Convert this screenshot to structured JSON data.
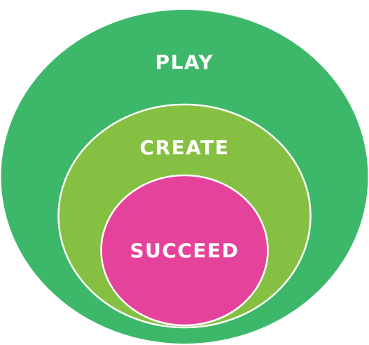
{
  "diagram": {
    "rings": [
      {
        "label": "PLAY",
        "color": "#3db86a"
      },
      {
        "label": "CREATE",
        "color": "#86c043"
      },
      {
        "label": "SUCCEED",
        "color": "#e5439b"
      }
    ],
    "stroke_color": "#ffffff"
  }
}
